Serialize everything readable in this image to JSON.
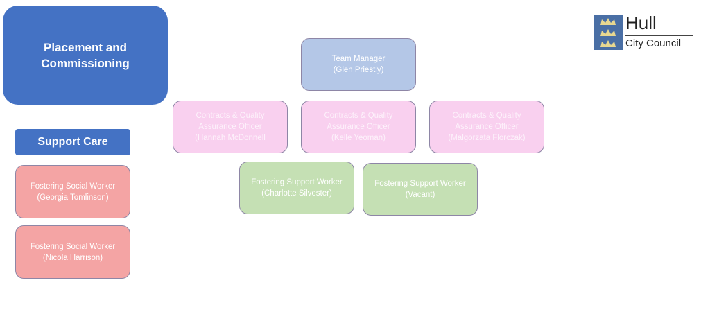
{
  "title": "Placement and\nCommissioning",
  "section": "Support Care",
  "social_workers": [
    "Fostering Social Worker\n(Georgia Tomlinson)",
    "Fostering Social Worker\n(Nicola Harrison)"
  ],
  "manager": "Team Manager\n(Glen Priestly)",
  "officers": [
    "Contracts & Quality\nAssurance Officer\n(Hannah McDonnell",
    "Contracts & Quality\nAssurance Officer\n(Kelle Yeoman)",
    "Contracts & Quality\nAssurance Officer\n(Malgorzata Florczak)"
  ],
  "support_workers": [
    "Fostering Support Worker\n(Charlotte Silvester)",
    "Fostering Support Worker\n(Vacant)"
  ],
  "logo": {
    "line1": "Hull",
    "line2": "City Council"
  }
}
